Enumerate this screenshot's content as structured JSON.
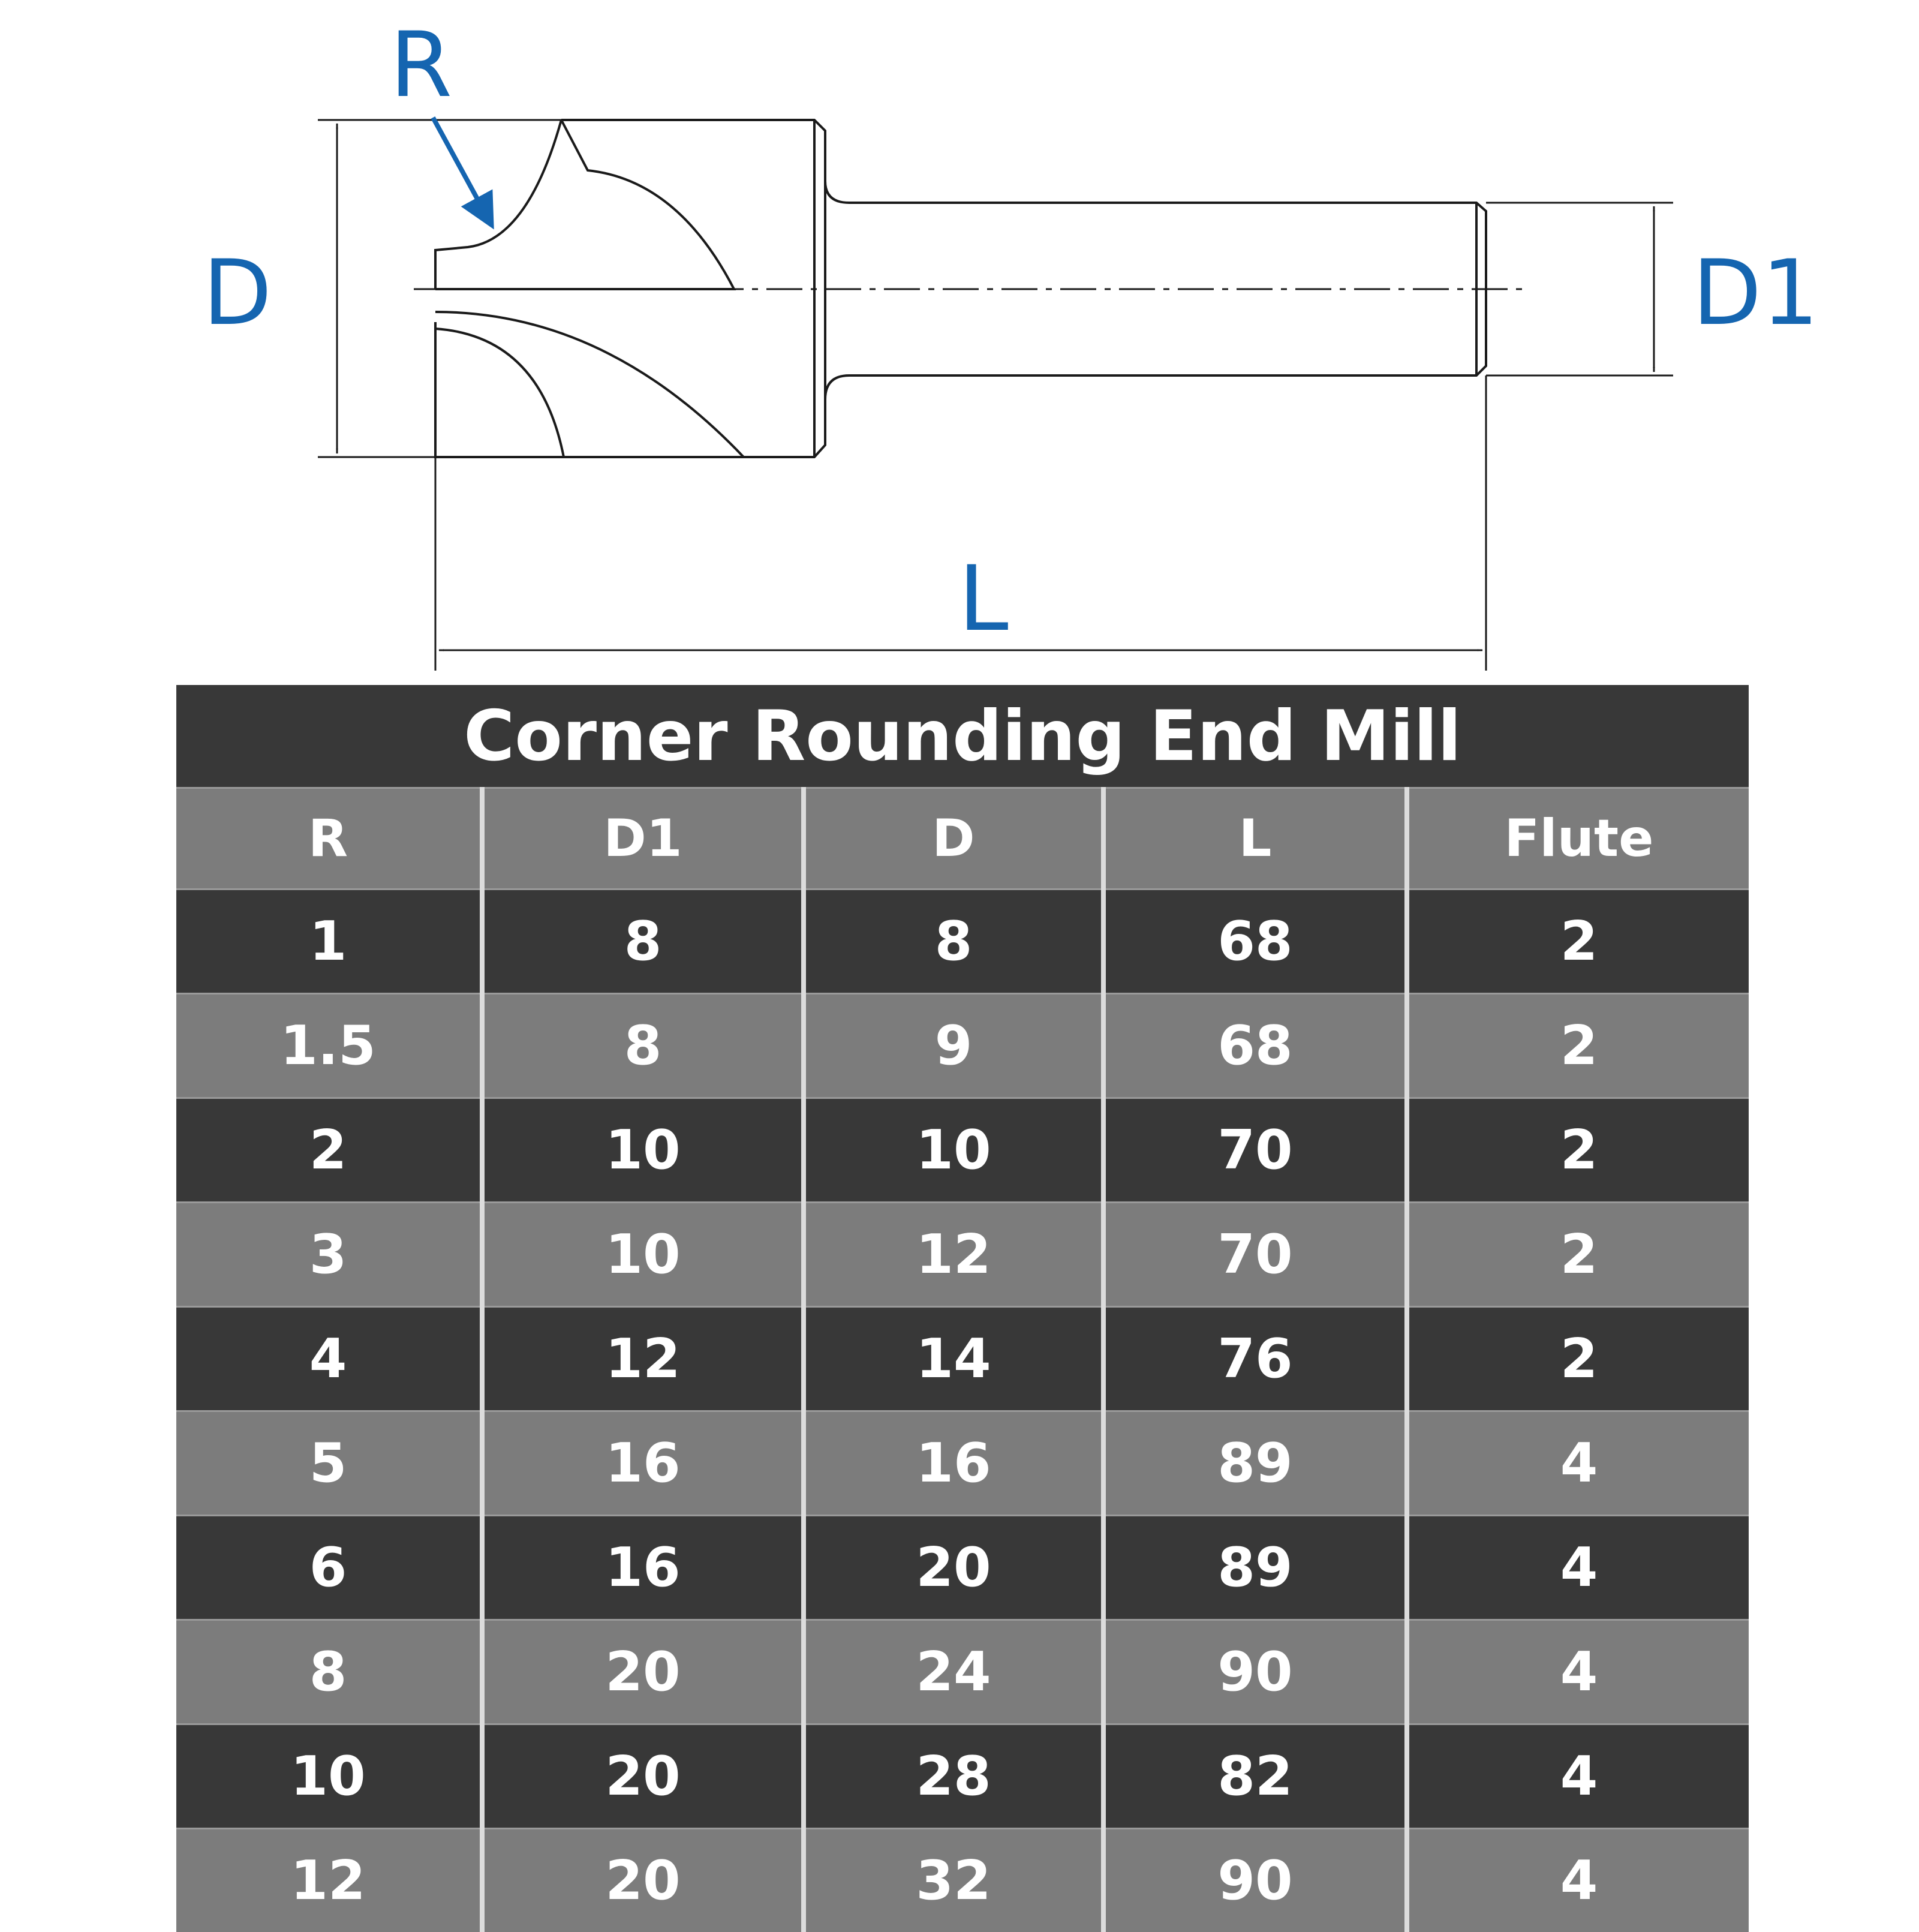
{
  "drawing": {
    "labels": {
      "radius": "R",
      "diameter": "D",
      "shank_diameter": "D1",
      "length": "L"
    },
    "colors": {
      "label": "#1565b0",
      "line": "#1a1a1a"
    }
  },
  "table": {
    "title": "Corner Rounding End Mill",
    "headers": [
      "R",
      "D1",
      "D",
      "L",
      "Flute"
    ],
    "rows": [
      [
        "1",
        "8",
        "8",
        "68",
        "2"
      ],
      [
        "1.5",
        "8",
        "9",
        "68",
        "2"
      ],
      [
        "2",
        "10",
        "10",
        "70",
        "2"
      ],
      [
        "3",
        "10",
        "12",
        "70",
        "2"
      ],
      [
        "4",
        "12",
        "14",
        "76",
        "2"
      ],
      [
        "5",
        "16",
        "16",
        "89",
        "4"
      ],
      [
        "6",
        "16",
        "20",
        "89",
        "4"
      ],
      [
        "8",
        "20",
        "24",
        "90",
        "4"
      ],
      [
        "10",
        "20",
        "28",
        "82",
        "4"
      ],
      [
        "12",
        "20",
        "32",
        "90",
        "4"
      ]
    ],
    "colors": {
      "dark_row": "#383838",
      "light_row": "#7c7c7c",
      "text": "#ffffff"
    }
  }
}
